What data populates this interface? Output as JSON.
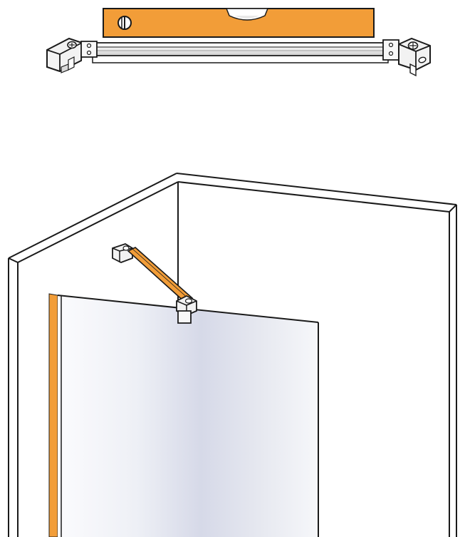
{
  "illustration": {
    "top_assembly": {
      "level_tool": "spirit-level",
      "support_bar": "stabilizer-bar",
      "left_bracket": "wall-bracket",
      "right_bracket": "glass-clamp-bracket"
    },
    "bottom_scene": {
      "walls": "room-corner",
      "glass_panel": "shower-glass-panel",
      "wall_profile": "wall-profile",
      "mounted_bar": "installed-stabilizer-bar"
    }
  },
  "colors": {
    "accent_orange": "#F29D38",
    "outline": "#1a1a1a",
    "metal_light": "#f6f6f6",
    "metal_mid": "#d9d9d9",
    "glass_light": "#f7f8fb",
    "glass_mid": "#d9dcea",
    "background": "#ffffff"
  }
}
